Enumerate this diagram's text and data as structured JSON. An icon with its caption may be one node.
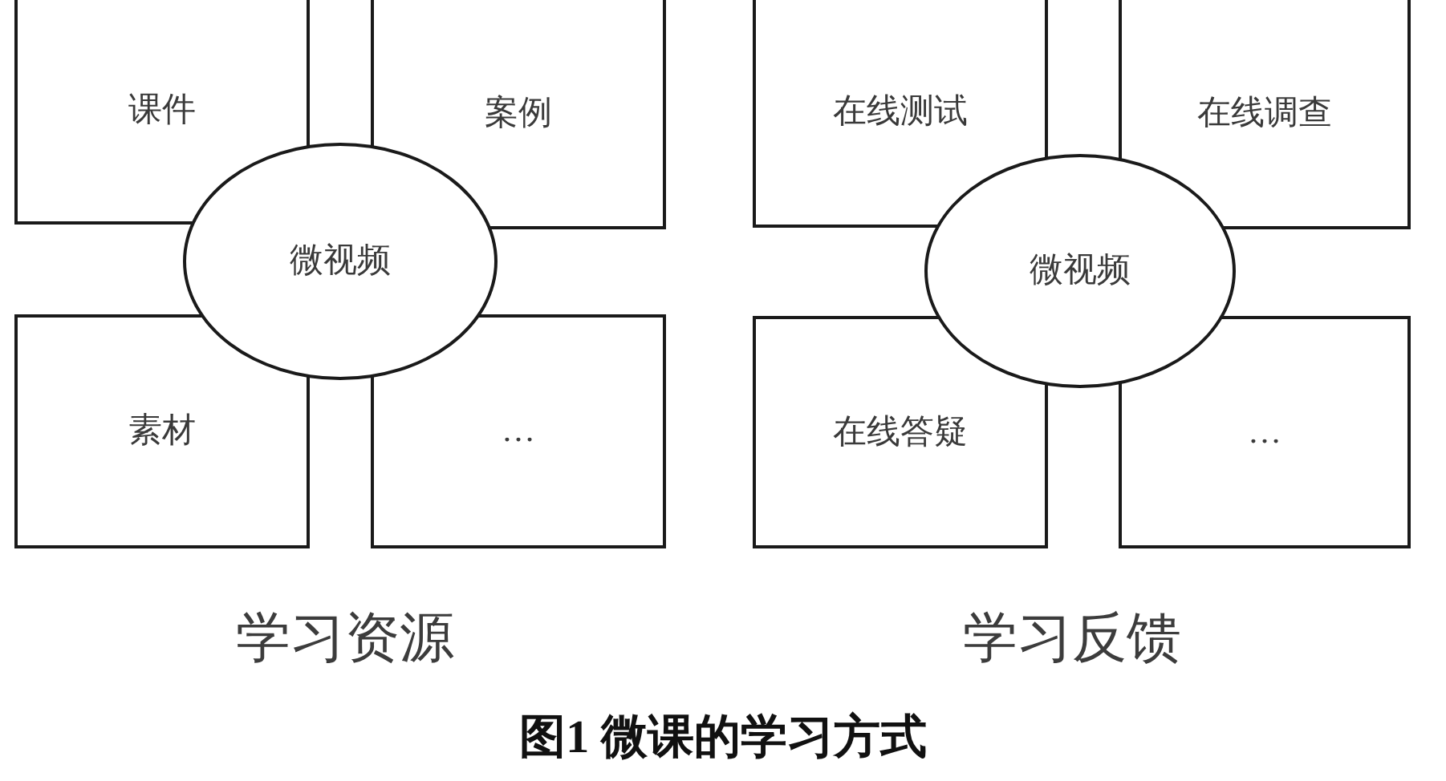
{
  "diagram": {
    "caption": "图1 微课的学习方式",
    "nodes": [
      {
        "text": [
          "课件"
        ]
      },
      {
        "text": [
          "案例"
        ]
      },
      {
        "text": [
          "微视频"
        ]
      },
      {
        "text": [
          "素材"
        ]
      },
      {
        "text": [
          "…"
        ]
      },
      {
        "text": [
          "在线测试"
        ]
      },
      {
        "text": [
          "在线调查"
        ]
      },
      {
        "text": [
          "微视频"
        ]
      },
      {
        "text": [
          "在线答疑"
        ]
      },
      {
        "text": [
          "…"
        ]
      }
    ],
    "labels": [
      "学习资源",
      "学习反馈"
    ]
  }
}
